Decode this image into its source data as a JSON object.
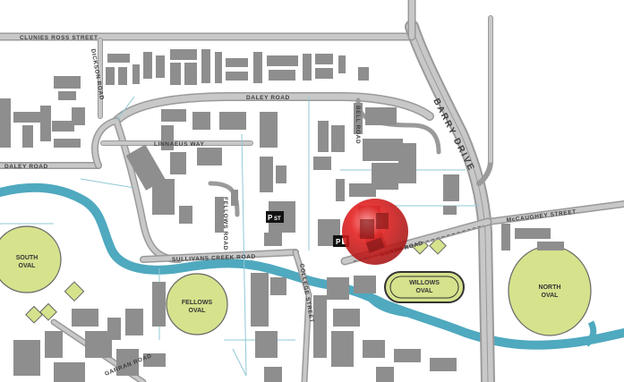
{
  "map": {
    "streets": {
      "clunies_ross": "CLUNIES ROSS STREET",
      "dickson": "DICKSON ROAD",
      "daley_top": "DALEY ROAD",
      "daley_left": "DALEY ROAD",
      "linnaeus": "LINNAEUS WAY",
      "barry": "BARRY DRIVE",
      "mccaughey": "McCAUGHEY STREET",
      "sullivans": "SULLIVANS CREEK ROAD",
      "north_road": "NORTH ROAD",
      "fellows_road": "FELLOWS ROAD",
      "bell_road": "BELL ROAD",
      "garran_road": "GARRAN ROAD",
      "college": "COLLEGE STREET"
    },
    "ovals": {
      "south": [
        "SOUTH",
        "OVAL"
      ],
      "north": [
        "NORTH",
        "OVAL"
      ],
      "fellows": [
        "FELLOWS",
        "OVAL"
      ],
      "willows": [
        "WILLOWS",
        "OVAL"
      ]
    },
    "parking": {
      "p1": "P",
      "p2": "P",
      "p2_suffix": "ST"
    },
    "colors": {
      "road": "#b9b9b9",
      "road_edge": "#9a9a9a",
      "building": "#8e8e8e",
      "water": "#4fa9bf",
      "grass": "#d6e28c",
      "path": "#8fc8d6",
      "marker": "#d11818"
    }
  }
}
